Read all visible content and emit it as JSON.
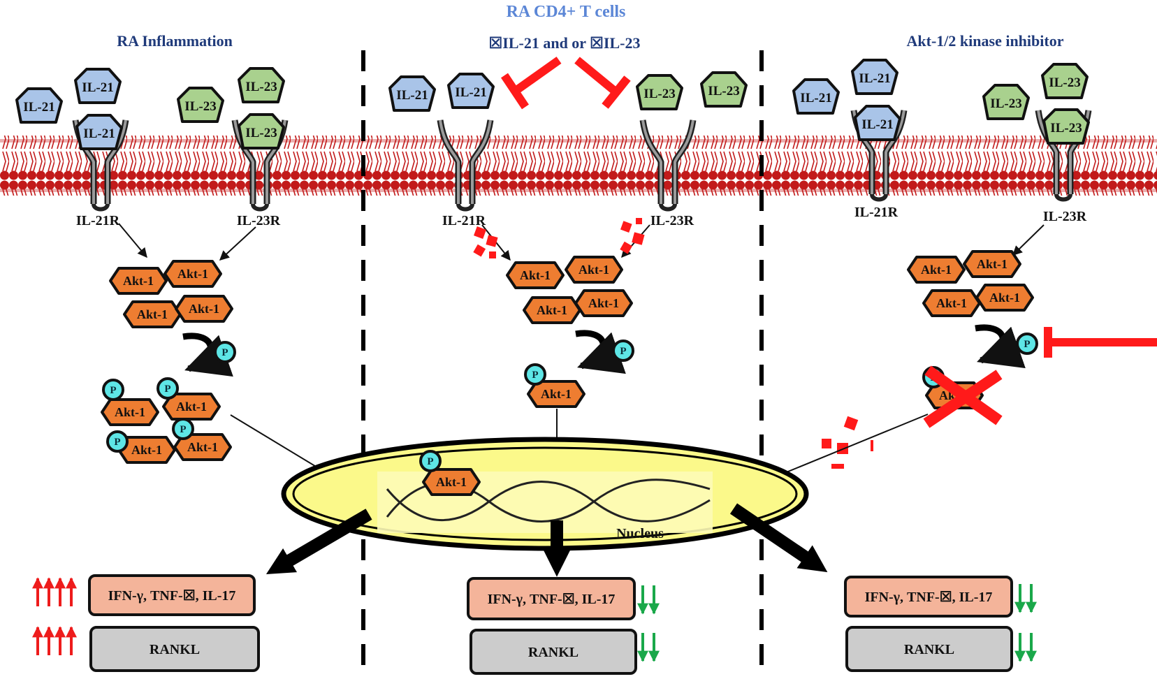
{
  "title": "RA CD4+ T cells",
  "panels": [
    {
      "header": "RA Inflammation",
      "receptor_labels": [
        "IL-21R",
        "IL-23R"
      ],
      "cytokines": [
        "IL-21",
        "IL-23"
      ],
      "kinase": "Akt-1",
      "phospho": "P",
      "output_box": "IFN-γ, TNF-☒, IL-17",
      "rankl_box": "RANKL"
    },
    {
      "header": "☒IL-21 and or ☒IL-23",
      "receptor_labels": [
        "IL-21R",
        "IL-23R"
      ],
      "cytokines": [
        "IL-21",
        "IL-23"
      ],
      "kinase": "Akt-1",
      "phospho": "P",
      "output_box": "IFN-γ, TNF-☒, IL-17",
      "rankl_box": "RANKL"
    },
    {
      "header": "Akt-1/2 kinase inhibitor",
      "receptor_labels": [
        "IL-21R",
        "IL-23R"
      ],
      "cytokines": [
        "IL-21",
        "IL-23"
      ],
      "kinase": "Akt-1",
      "phospho": "P",
      "output_box": "IFN-γ, TNF-☒, IL-17",
      "rankl_box": "RANKL"
    }
  ],
  "nucleus_label": "Nucleus",
  "colors": {
    "membrane": "#c21a1a",
    "il21": "#a9c4e8",
    "il23": "#a9d18e",
    "akt": "#ee7d31",
    "phospho": "#5ee6e6",
    "nucleus": "#fbf98a",
    "output_box": "#f4b49a",
    "rankl_box": "#cccccc",
    "inhibit": "#ff1a1a",
    "down_arrow": "#1aa84a",
    "up_arrow": "#ee1c1c"
  }
}
